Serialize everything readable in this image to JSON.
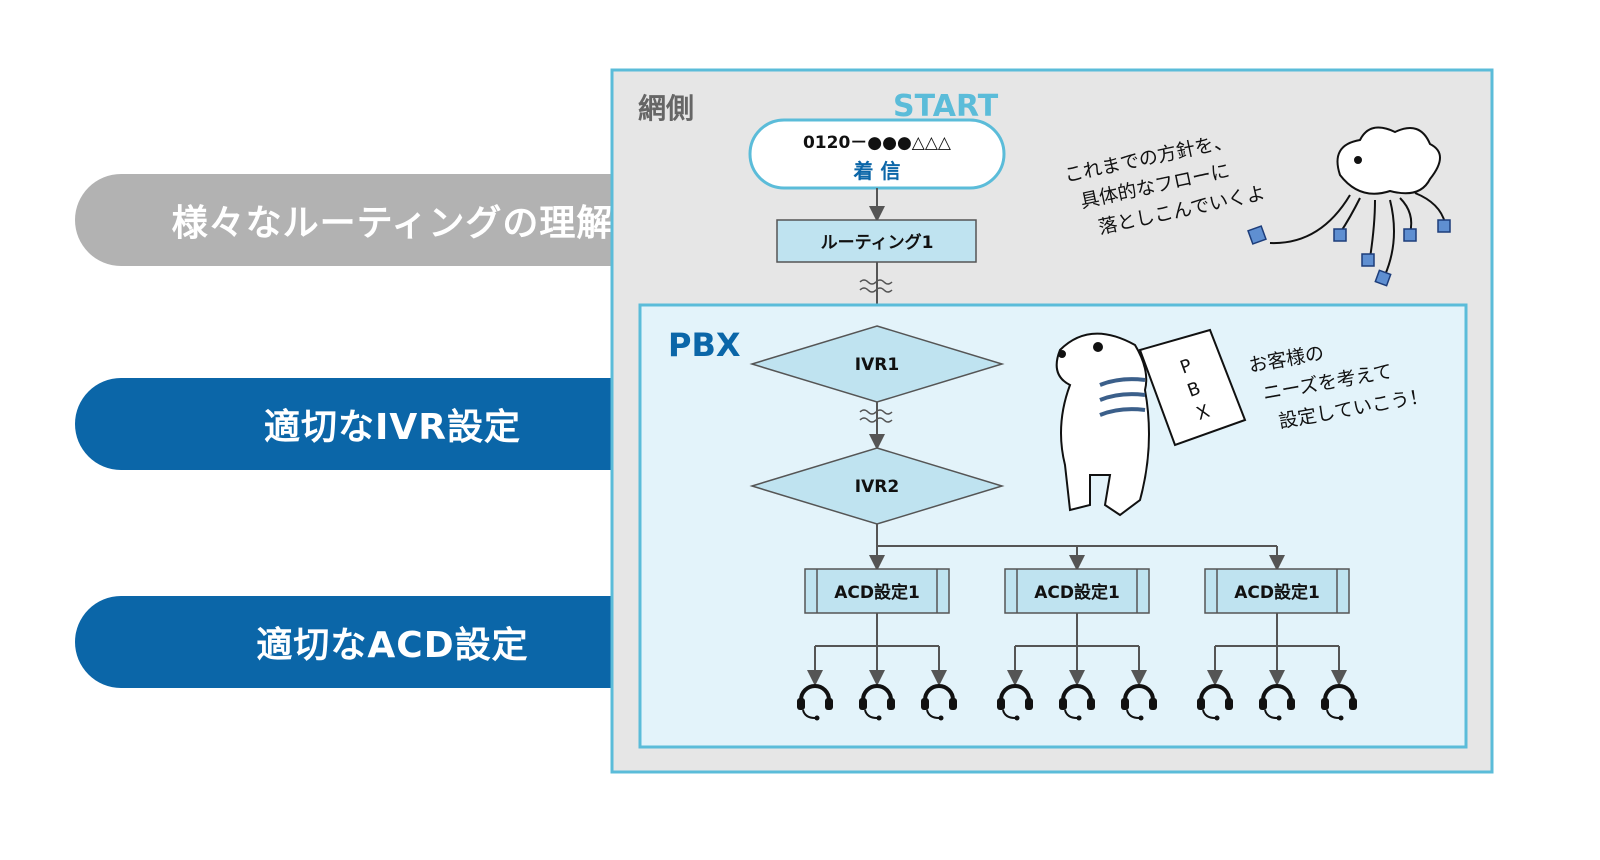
{
  "pills": [
    {
      "label": "様々なルーティングの理解"
    },
    {
      "label": "適切なIVR設定"
    },
    {
      "label": "適切なACD設定"
    }
  ],
  "network": {
    "label": "網側",
    "start": "START",
    "number": "0120－●●●△△△",
    "incoming": "着 信",
    "routing": "ルーティング1"
  },
  "pbx": {
    "label": "PBX",
    "ivr1": "IVR1",
    "ivr2": "IVR2",
    "acd": [
      "ACD設定1",
      "ACD設定1",
      "ACD設定1"
    ]
  },
  "notes": {
    "cloud": [
      "これまでの方針を、",
      "具体的なフローに",
      "落としこんでいくよ"
    ],
    "bear": [
      "お客様の",
      "ニーズを考えて",
      "設定していこう！"
    ],
    "backpack": [
      "P",
      "B",
      "X"
    ]
  },
  "colors": {
    "grey_pill": "#b2b2b2",
    "blue_pill": "#0b66a8",
    "frame": "#5bbcd9",
    "light_blue_fill": "#bfe3f0"
  }
}
